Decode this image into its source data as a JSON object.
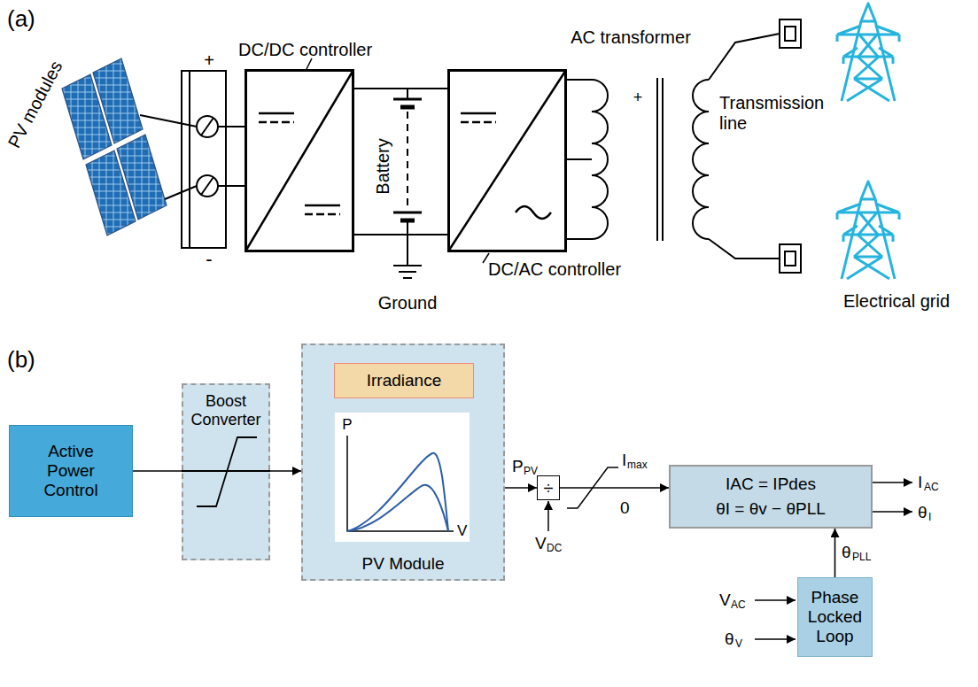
{
  "diagram": {
    "nodes": [
      {
        "text": [
          "DC/DC controller"
        ]
      },
      {
        "text": [
          "DC/AC controller"
        ]
      },
      {
        "text": [
          "Active Power Control"
        ]
      },
      {
        "text": [
          "Boost Converter"
        ]
      },
      {
        "text": [
          "PV Module"
        ]
      },
      {
        "text": [
          "Irradiance"
        ],
        "in": 4
      },
      {
        "text": [
          "÷"
        ]
      },
      {
        "text": [
          "IAC = IPdes",
          "θI = θv − θPLL"
        ]
      },
      {
        "text": [
          "Phase Locked Loop"
        ]
      }
    ],
    "edges": [
      {
        "from": 0,
        "to": 1,
        "arrow": "none"
      },
      {
        "from": 0,
        "to": 1,
        "arrow": "none"
      },
      {
        "from": 2,
        "to": 3,
        "arrow": "none"
      },
      {
        "from": 3,
        "to": 4,
        "arrow": "to"
      },
      {
        "from": 4,
        "to": 6,
        "arrow": "to"
      },
      {
        "from": 6,
        "to": 7,
        "arrow": "to"
      },
      {
        "from": 8,
        "to": 7,
        "arrow": "to"
      }
    ],
    "labels": [
      "(a)",
      "PV modules",
      "+",
      "-",
      "Battery",
      "Ground",
      "AC transformer",
      "+",
      "Transmission line",
      "Electrical grid",
      "(b)",
      "P",
      "V",
      "P",
      "PV",
      "V",
      "DC",
      "I",
      "max",
      "0",
      "I",
      "AC",
      "θ",
      "I",
      "θ",
      "PLL",
      "V",
      "AC",
      "θ",
      "V"
    ]
  }
}
